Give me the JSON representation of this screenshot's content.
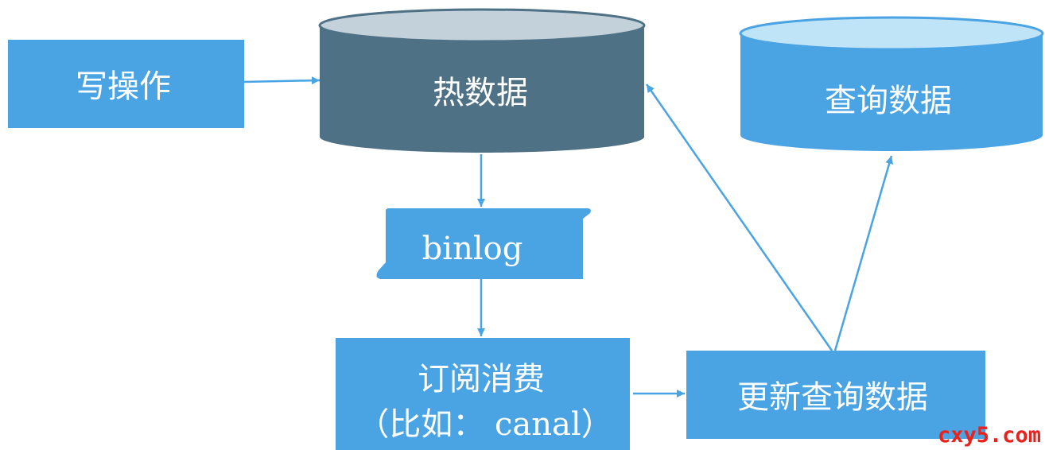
{
  "nodes": {
    "write_op": "写操作",
    "hot_data": "热数据",
    "query_data": "查询数据",
    "binlog": "binlog",
    "subscribe_line1": "订阅消费",
    "subscribe_line2": "（比如： canal）",
    "update_query": "更新查询数据"
  },
  "watermark": "cxy5.com",
  "colors": {
    "box_blue": "#4aa3e3",
    "db_dark": "#4f7186",
    "db_dark_top": "#c3d1db",
    "db_light_top": "#bfe4f8",
    "arrow": "#4aa3e3"
  }
}
